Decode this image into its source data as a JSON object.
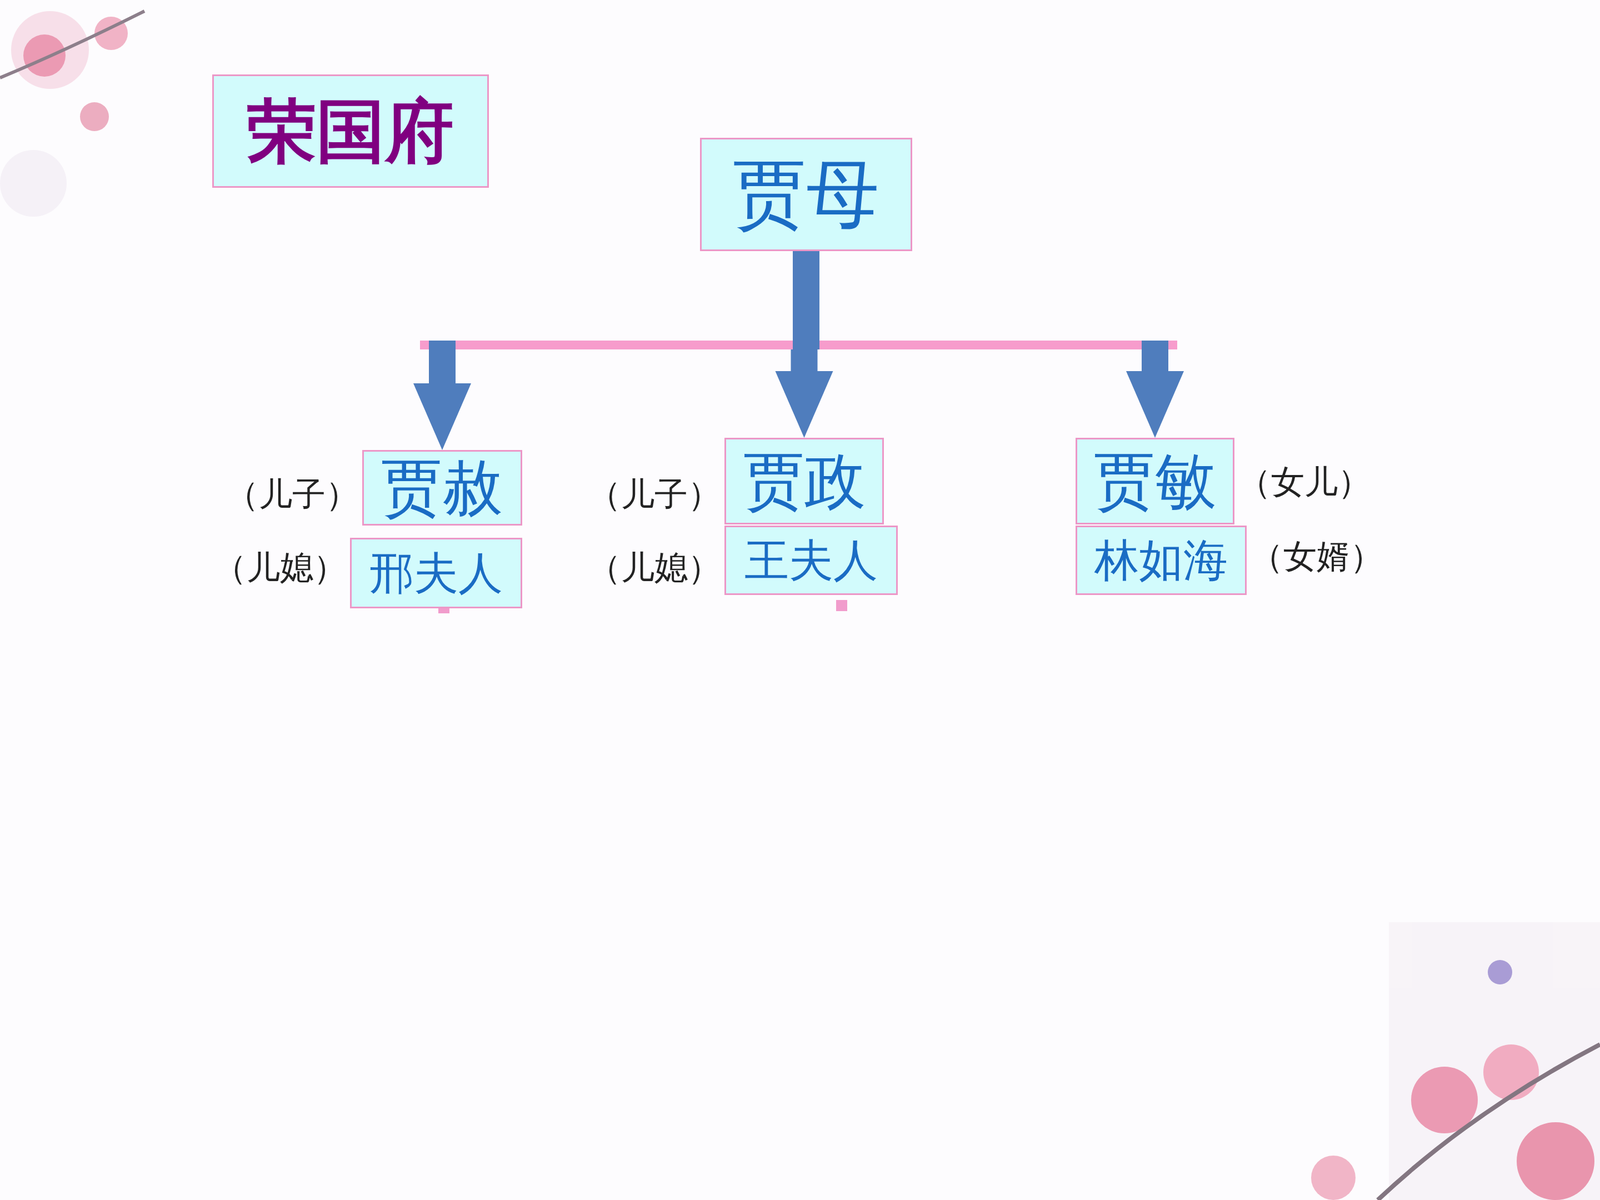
{
  "diagram": {
    "title": "荣国府",
    "nodes": [
      {
        "text": [
          "贾母"
        ]
      },
      {
        "text": [
          "贾赦"
        ]
      },
      {
        "text": [
          "邢夫人"
        ]
      },
      {
        "text": [
          "贾政"
        ]
      },
      {
        "text": [
          "王夫人"
        ]
      },
      {
        "text": [
          "贾敏"
        ]
      },
      {
        "text": [
          "林如海"
        ]
      }
    ],
    "edges": [
      {
        "from": 0,
        "to": 1,
        "arrow": "to"
      },
      {
        "from": 0,
        "to": 3,
        "arrow": "to"
      },
      {
        "from": 0,
        "to": 5,
        "arrow": "to"
      }
    ],
    "labels": [
      "（儿子）",
      "（儿媳）",
      "（儿子）",
      "（儿媳）",
      "（女儿）",
      "（女婿）"
    ]
  }
}
